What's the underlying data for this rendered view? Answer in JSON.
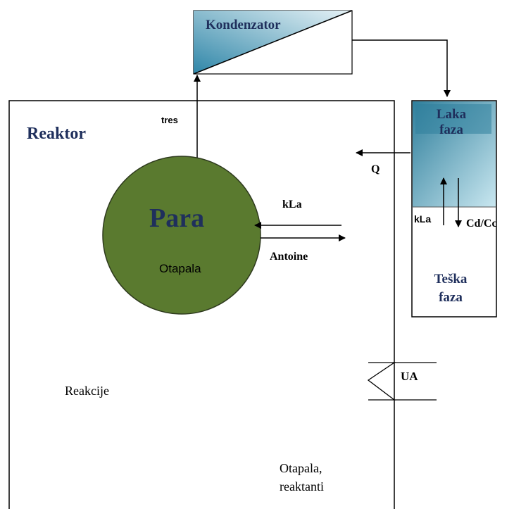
{
  "labels": {
    "condenser": "Kondenzator",
    "reactor": "Reaktor",
    "tres": "tres",
    "light_phase_line1": "Laka",
    "light_phase_line2": "faza",
    "q": "Q",
    "vapor": "Para",
    "vapor_solvents": "Otapala",
    "kla_left": "kLa",
    "antoine": "Antoine",
    "kla_right": "kLa",
    "cd_cc": "Cd/Cc",
    "heavy_phase_line1": "Teška",
    "heavy_phase_line2": "faza",
    "ua": "UA",
    "reactions": "Reakcije",
    "liquid_line1": "Otapala,",
    "liquid_line2": "reaktanti"
  },
  "colors": {
    "vapor_fill": "#5a7a2f",
    "vapor_stroke": "#2e3a1e",
    "condenser_dark": "#2f86a8",
    "condenser_light": "#e6f2f6",
    "light_phase_dark": "#2f7f9c",
    "light_phase_light": "#c9e7f0",
    "title_navy": "#1f2f5c",
    "line": "#000000"
  }
}
